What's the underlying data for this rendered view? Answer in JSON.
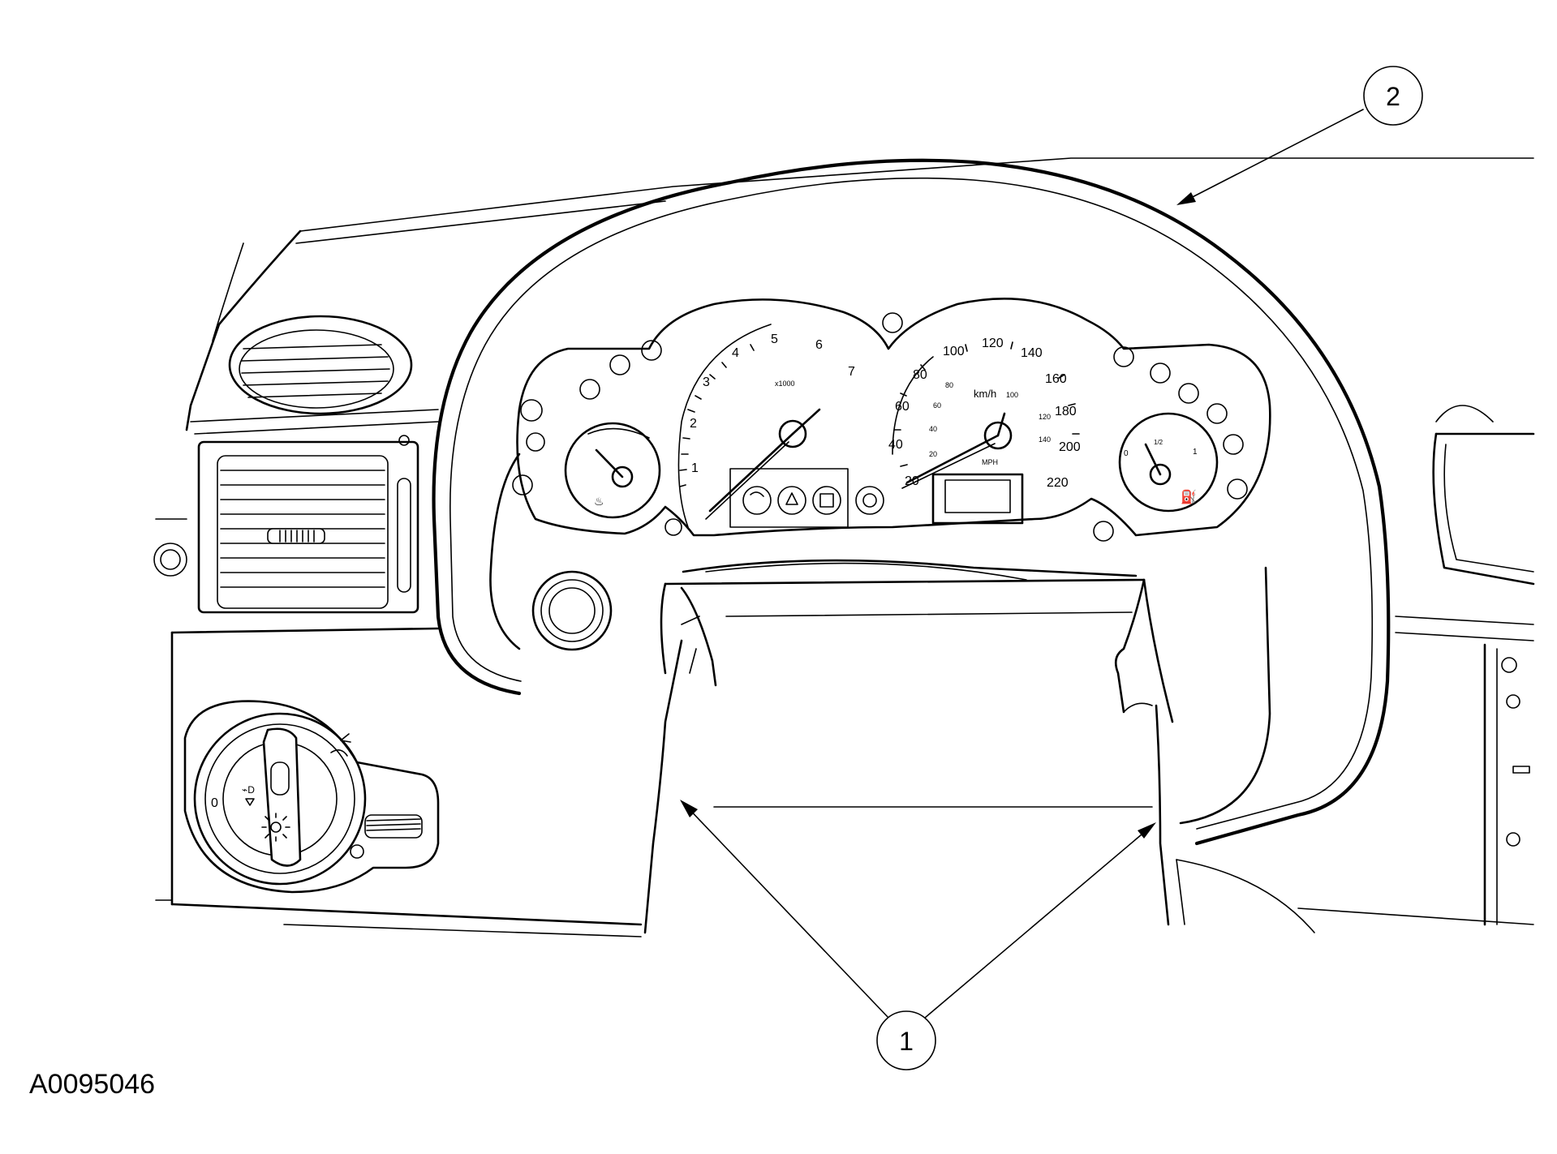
{
  "figure": {
    "code": "A0095046"
  },
  "callouts": [
    {
      "id": "callout-1",
      "label": "1"
    },
    {
      "id": "callout-2",
      "label": "2"
    }
  ],
  "cluster": {
    "tachometer": {
      "ticks": [
        "1",
        "2",
        "3",
        "4",
        "5",
        "6",
        "7"
      ],
      "unit": "x1000"
    },
    "speedometer": {
      "kmh": [
        "20",
        "40",
        "60",
        "80",
        "100",
        "120",
        "140",
        "160",
        "180",
        "200",
        "220"
      ],
      "unit": "km/h",
      "mph": [
        "20",
        "40",
        "60",
        "80",
        "100",
        "120",
        "140"
      ],
      "mph_unit": "MPH"
    },
    "temp_gauge": {
      "icon": "coolant-temp-icon"
    },
    "fuel_gauge": {
      "labels": [
        "0",
        "1/2",
        "1"
      ],
      "icon": "fuel-pump-icon"
    }
  },
  "headlamp_switch": {
    "positions": [
      "0"
    ]
  }
}
